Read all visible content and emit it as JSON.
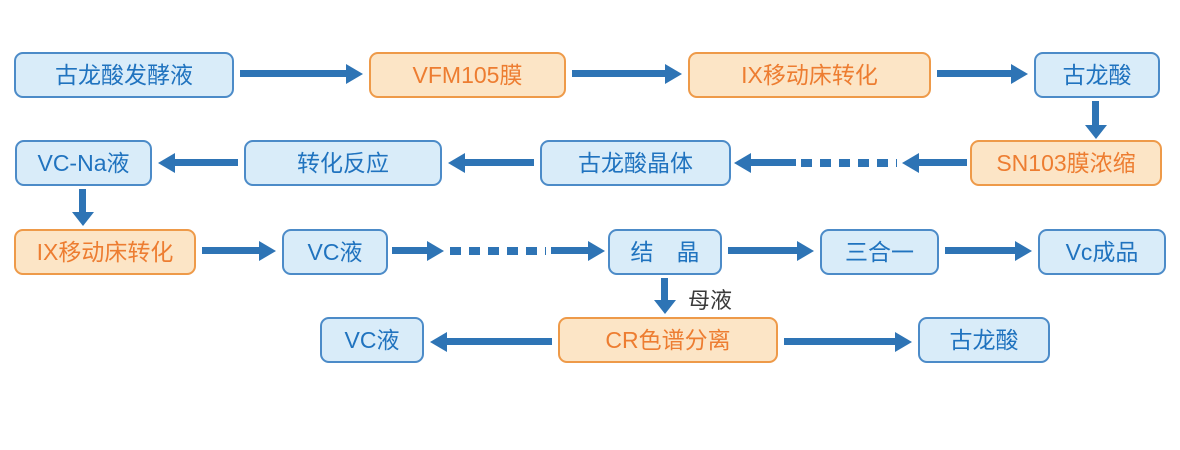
{
  "diagram": {
    "type": "flowchart",
    "colors": {
      "blue_fill": "#D9ECF9",
      "blue_border": "#4C8BC8",
      "blue_text": "#2073BF",
      "orange_fill": "#FCE5C6",
      "orange_border": "#EE9A49",
      "orange_text": "#ED7D31",
      "arrow": "#2E74B5",
      "edge_label_text": "#3A3A3A"
    },
    "nodes": [
      {
        "id": "n1",
        "label": "古龙酸发酵液",
        "type": "blue"
      },
      {
        "id": "n2",
        "label": "VFM105膜",
        "type": "orange"
      },
      {
        "id": "n3",
        "label": "IX移动床转化",
        "type": "orange"
      },
      {
        "id": "n4",
        "label": "古龙酸",
        "type": "blue"
      },
      {
        "id": "n5",
        "label": "VC-Na液",
        "type": "blue"
      },
      {
        "id": "n6",
        "label": "转化反应",
        "type": "blue"
      },
      {
        "id": "n7",
        "label": "古龙酸晶体",
        "type": "blue"
      },
      {
        "id": "n8",
        "label": "SN103膜浓缩",
        "type": "orange"
      },
      {
        "id": "n9",
        "label": "IX移动床转化",
        "type": "orange"
      },
      {
        "id": "n10",
        "label": "VC液",
        "type": "blue"
      },
      {
        "id": "n11",
        "label": "结　晶",
        "type": "blue"
      },
      {
        "id": "n12",
        "label": "三合一",
        "type": "blue"
      },
      {
        "id": "n13",
        "label": "Vc成品",
        "type": "blue"
      },
      {
        "id": "n14",
        "label": "VC液",
        "type": "blue"
      },
      {
        "id": "n15",
        "label": "CR色谱分离",
        "type": "orange"
      },
      {
        "id": "n16",
        "label": "古龙酸",
        "type": "blue"
      }
    ],
    "edge_label": "母液",
    "flow": [
      "古龙酸发酵液 → VFM105膜 → IX移动床转化 → 古龙酸 → SN103膜浓缩",
      "SN103膜浓缩 ⇢ 古龙酸晶体 → 转化反应 → VC-Na液 → IX移动床转化",
      "IX移动床转化 → VC液 ⇢ 结晶 → 三合一 → Vc成品",
      "结晶 →(母液) CR色谱分离 → VC液 ; CR色谱分离 → 古龙酸"
    ]
  }
}
